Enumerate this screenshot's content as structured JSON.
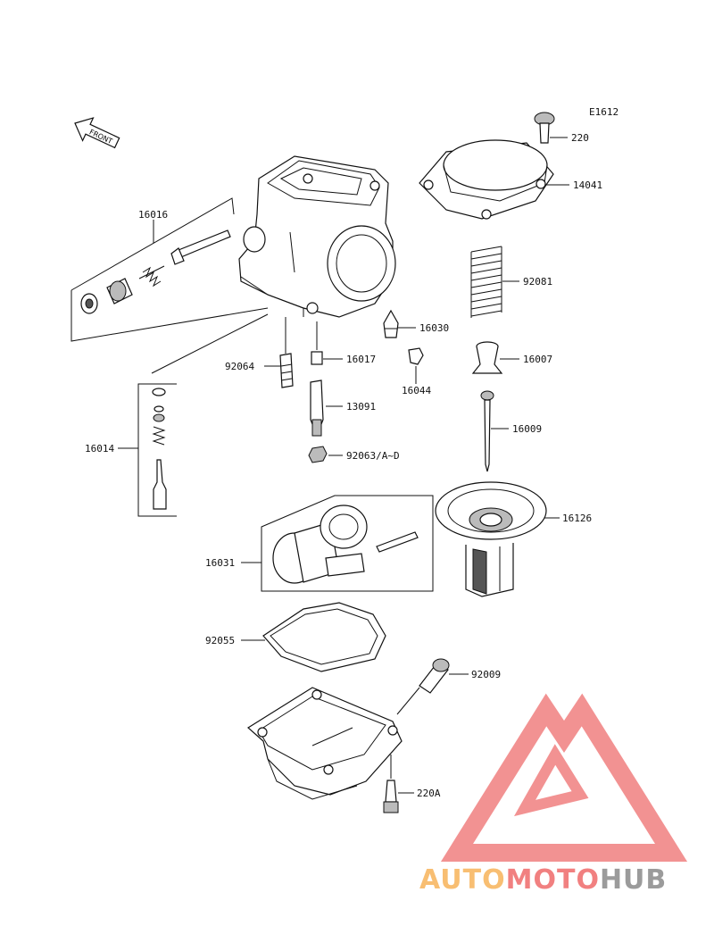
{
  "diagram": {
    "code": "E1612",
    "front_label": "FRONT",
    "parts": {
      "p16016": "16016",
      "p16014": "16014",
      "p92064": "92064",
      "p16017": "16017",
      "p16030": "16030",
      "p16044": "16044",
      "p13091": "13091",
      "p92063": "92063/A~D",
      "p16031": "16031",
      "p92055": "92055",
      "p220": "220",
      "p14041": "14041",
      "p92081": "92081",
      "p16007": "16007",
      "p16009": "16009",
      "p16126": "16126",
      "p92009": "92009",
      "p220A": "220A"
    }
  },
  "watermark": {
    "part1": "AUTO",
    "part2": "MOTO",
    "part3": "HUB",
    "colors": {
      "orange": "#f7b35a",
      "red": "#ef6b6b",
      "gray": "#8a8a8a",
      "triangle": "#f08080"
    }
  }
}
